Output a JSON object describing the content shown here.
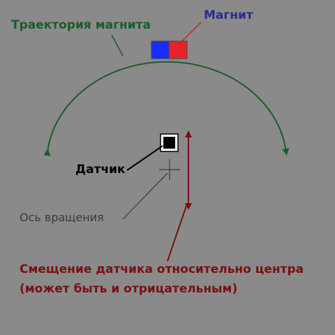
{
  "labels": {
    "trajectory": "Траектория магнита",
    "magnet": "Магнит",
    "sensor": "Датчик",
    "rotation_axis": "Ось вращения",
    "offset_line1": "Смещение датчика относительно центра",
    "offset_line2": "(может быть и отрицательным)"
  },
  "colors": {
    "background": "#8a8a8a",
    "trajectory": "#1a5c2a",
    "magnet_label": "#2a2a9a",
    "magnet_pole_left": "#1a2cff",
    "magnet_pole_right": "#e8222a",
    "offset": "#7a0f12",
    "axis_label": "#3a3a3a",
    "sensor": "#000000"
  }
}
